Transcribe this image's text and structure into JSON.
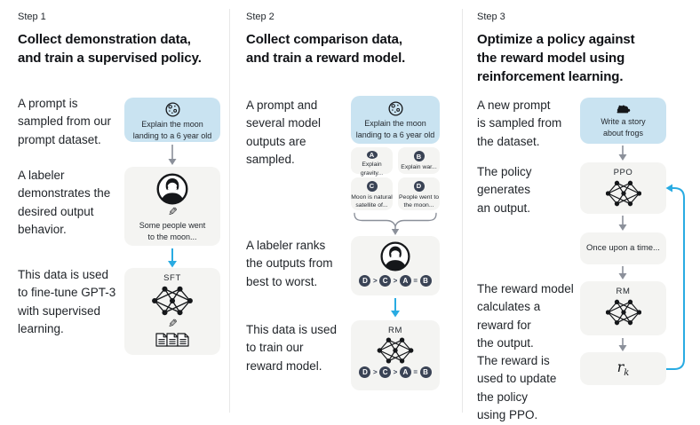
{
  "palette": {
    "prompt_box_bg": "#c9e3f1",
    "model_box_bg": "#f4f4f2",
    "badge_bg": "#3a4355",
    "arrow_gray": "#8b909a",
    "arrow_blue": "#29abe2"
  },
  "icons": {
    "pencil": "✎"
  },
  "columns": [
    {
      "step_label": "Step 1",
      "heading": "Collect demonstration data,\nand train a supervised policy.",
      "paragraphs": [
        "A prompt is\nsampled from our\nprompt dataset.",
        "A labeler\ndemonstrates the\ndesired output\nbehavior.",
        "This data is used\nto fine-tune GPT-3\nwith supervised\nlearning."
      ],
      "prompt_box": {
        "icon": "moon-icon",
        "text": "Explain the moon\nlanding to a 6 year old"
      },
      "labeler_box": {
        "icon": "labeler-icon",
        "text": "Some people went\nto the moon..."
      },
      "model_box": {
        "label": "SFT",
        "icon": "network-icon"
      }
    },
    {
      "step_label": "Step 2",
      "heading": "Collect comparison data,\nand train a reward model.",
      "paragraphs": [
        "A prompt and\nseveral model\noutputs are\nsampled.",
        "A labeler ranks\nthe outputs from\nbest to worst.",
        "This data is used\nto train our\nreward model."
      ],
      "prompt_box": {
        "icon": "moon-icon",
        "text": "Explain the moon\nlanding to a 6 year old"
      },
      "outputs": [
        {
          "key": "A",
          "text": "Explain gravity..."
        },
        {
          "key": "B",
          "text": "Explain war..."
        },
        {
          "key": "C",
          "text": "Moon is natural\nsatellite of..."
        },
        {
          "key": "D",
          "text": "People went to\nthe moon..."
        }
      ],
      "ranking": [
        "D",
        ">",
        "C",
        ">",
        "A",
        "=",
        "B"
      ],
      "model_box": {
        "label": "RM",
        "icon": "network-icon"
      }
    },
    {
      "step_label": "Step 3",
      "heading": "Optimize a policy against\nthe reward model using\nreinforcement learning.",
      "paragraphs": [
        "A new prompt\nis sampled from\nthe dataset.",
        "The policy\ngenerates\nan output.",
        "The reward model\ncalculates a\nreward for\nthe output.",
        "The reward is\nused to update\nthe policy\nusing PPO."
      ],
      "prompt_box": {
        "icon": "frog-icon",
        "text": "Write a story\nabout frogs"
      },
      "policy_box": {
        "label": "PPO",
        "icon": "network-icon"
      },
      "output_box": {
        "text": "Once upon a time..."
      },
      "reward_model_box": {
        "label": "RM",
        "icon": "network-icon"
      },
      "reward_box": {
        "base": "r",
        "subscript": "k"
      }
    }
  ]
}
